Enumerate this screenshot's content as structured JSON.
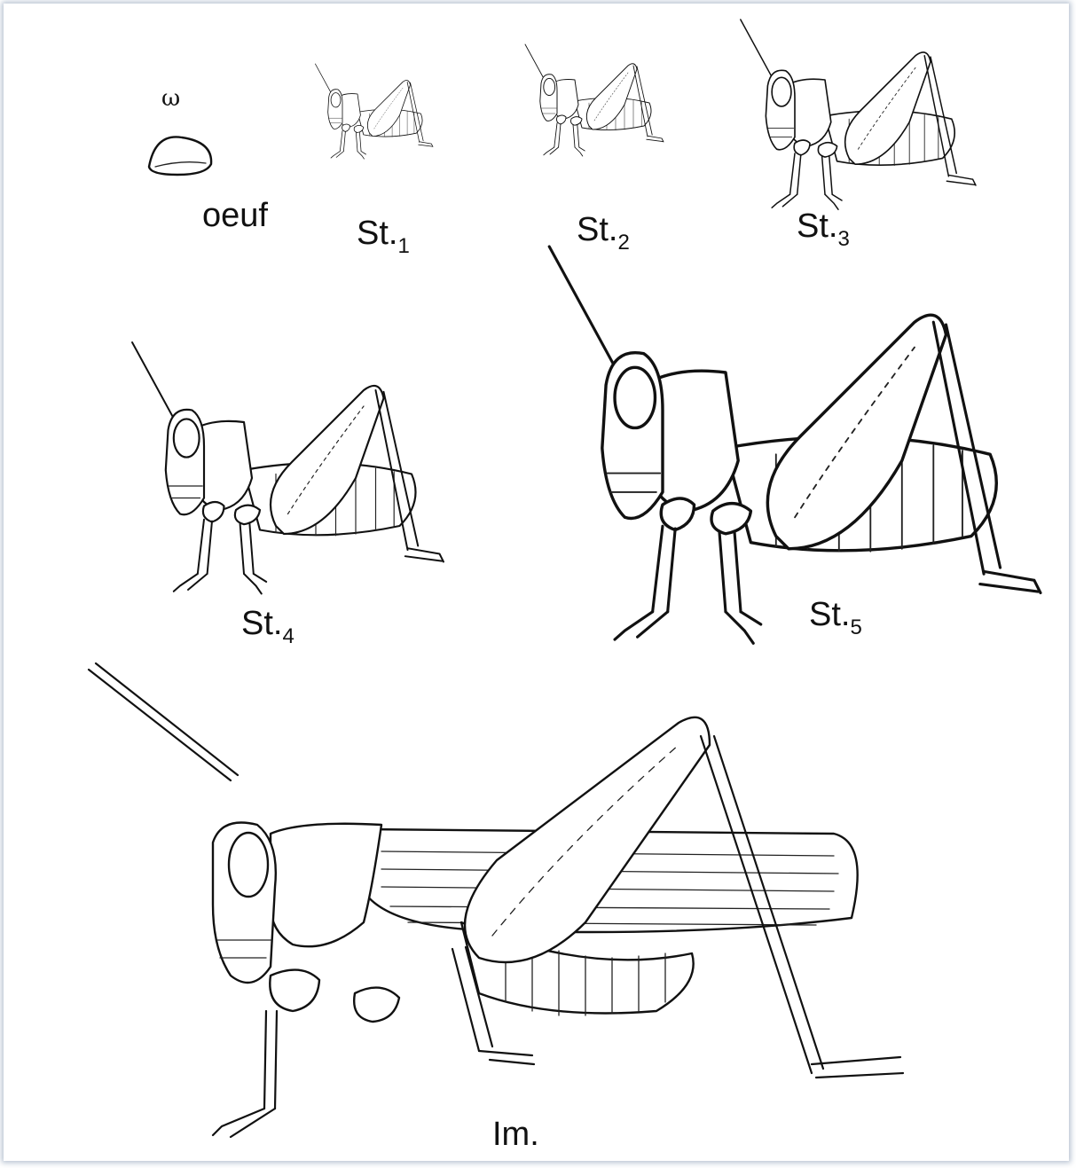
{
  "labels": {
    "egg_mark": "ω",
    "egg": "oeuf",
    "stage1": {
      "text": "St.",
      "sub": "1"
    },
    "stage2": {
      "text": "St.",
      "sub": "2"
    },
    "stage3": {
      "text": "St.",
      "sub": "3"
    },
    "stage4": {
      "text": "St.",
      "sub": "4"
    },
    "stage5": {
      "text": "St.",
      "sub": "5"
    },
    "imago": "Im."
  }
}
